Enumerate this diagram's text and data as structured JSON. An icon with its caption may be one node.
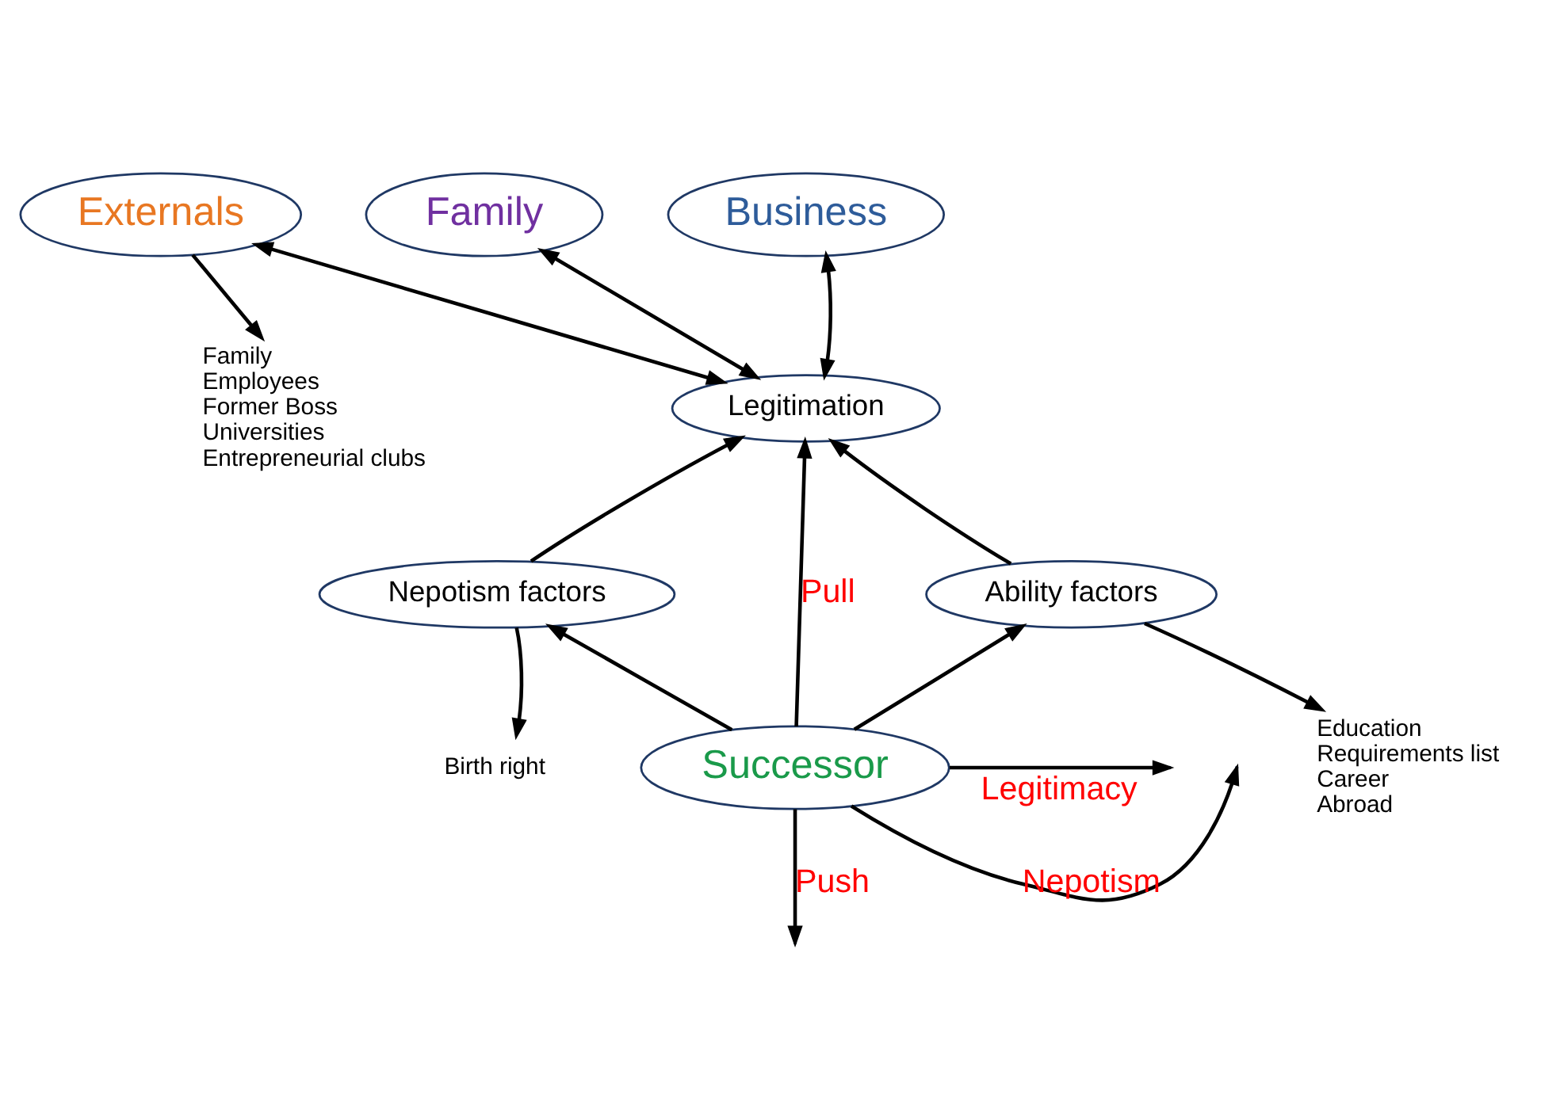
{
  "diagram": {
    "nodes": [
      {
        "text": [
          "Family"
        ]
      },
      {
        "text": [
          "Business"
        ]
      },
      {
        "text": [
          "Externals"
        ]
      },
      {
        "text": [
          "Legitimation"
        ]
      },
      {
        "text": [
          "Nepotism factors"
        ]
      },
      {
        "text": [
          "Ability factors"
        ]
      },
      {
        "text": [
          "Successor"
        ]
      },
      {
        "text": [
          "Family",
          "Employees",
          "Former Boss",
          "Universities",
          "Entrepreneurial clubs"
        ]
      },
      {
        "text": [
          "Birth right"
        ]
      },
      {
        "text": [
          "Education",
          "Requirements list",
          "Career",
          "Abroad"
        ]
      }
    ],
    "edges": [
      {
        "from": 0,
        "to": 3,
        "arrow": "both"
      },
      {
        "from": 1,
        "to": 3,
        "arrow": "both"
      },
      {
        "from": 2,
        "to": 3,
        "arrow": "both"
      },
      {
        "from": 4,
        "to": 3,
        "arrow": "to"
      },
      {
        "from": 6,
        "to": 4,
        "arrow": "to"
      },
      {
        "from": 6,
        "to": 3,
        "arrow": "to",
        "label": "Pull"
      },
      {
        "from": 6,
        "to": 5,
        "arrow": "to"
      },
      {
        "from": 5,
        "to": 3,
        "arrow": "to"
      },
      {
        "from": 2,
        "to": 7,
        "arrow": "to"
      },
      {
        "from": 4,
        "to": 8,
        "arrow": "to"
      },
      {
        "from": 5,
        "to": 9,
        "arrow": "to"
      },
      {
        "from": 6,
        "to": null,
        "arrow": "to",
        "label": "Nepotism"
      },
      {
        "from": 6,
        "to": null,
        "arrow": "to",
        "label": "Legitimacy"
      },
      {
        "from": 6,
        "to": null,
        "arrow": "to",
        "label": "Push"
      }
    ]
  }
}
